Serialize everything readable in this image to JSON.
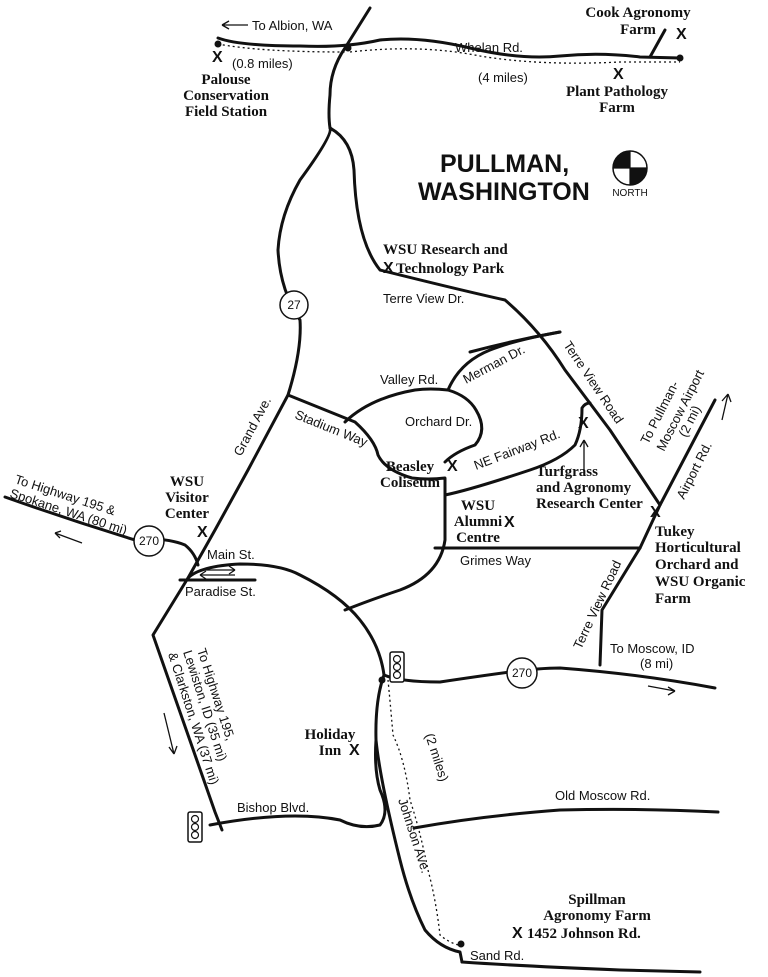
{
  "title": [
    "PULLMAN,",
    "WASHINGTON"
  ],
  "north_label": "NORTH",
  "roads": {
    "to_albion": "To Albion, WA",
    "whelan_rd": "Whelan Rd.",
    "dist_08": "(0.8 miles)",
    "dist_4": "(4 miles)",
    "terre_view_dr": "Terre View Dr.",
    "terre_view_road_ne": "Terre View Road",
    "terre_view_road_se": "Terre View Road",
    "grand_ave": "Grand Ave.",
    "stadium_way": "Stadium Way",
    "valley_rd": "Valley Rd.",
    "merman_dr": "Merman Dr.",
    "orchard_dr": "Orchard Dr.",
    "ne_fairway_rd": "NE Fairway Rd.",
    "main_st": "Main St.",
    "paradise_st": "Paradise St.",
    "grimes_way": "Grimes Way",
    "to_moscow": "To Moscow, ID",
    "to_moscow_dist": "(8 mi)",
    "airport_rd": "Airport Rd.",
    "to_airport": [
      "To Pullman-",
      "Moscow Airport",
      "(2 mi)"
    ],
    "to_hwy195_spokane": [
      "To Highway 195 &",
      "Spokane, WA (80 mi)"
    ],
    "to_hwy195_lewiston": [
      "To Highway 195,",
      "Lewiston, ID (35 mi)",
      "& Clarkston, WA (37 mi)"
    ],
    "bishop_blvd": "Bishop Blvd.",
    "old_moscow_rd": "Old Moscow Rd.",
    "johnson_ave": "Johnson Ave.",
    "dist_2": "(2 miles)",
    "sand_rd": "Sand Rd."
  },
  "shields": {
    "hwy27": "27",
    "hwy270_west": "270",
    "hwy270_east": "270"
  },
  "places": {
    "cook_farm": [
      "Cook Agronomy",
      "Farm"
    ],
    "plant_pathology": [
      "Plant Pathology",
      "Farm"
    ],
    "palouse_station": [
      "Palouse",
      "Conservation",
      "Field Station"
    ],
    "wsu_research_park": [
      "WSU Research and",
      "Technology Park"
    ],
    "beasley": [
      "Beasley",
      "Coliseum"
    ],
    "turfgrass": [
      "Turfgrass",
      "and Agronomy",
      "Research Center"
    ],
    "tukey": [
      "Tukey",
      "Horticultural",
      "Orchard and",
      "WSU Organic",
      "Farm"
    ],
    "visitor_center": [
      "WSU",
      "Visitor",
      "Center"
    ],
    "alumni_centre": [
      "WSU",
      "Alumni",
      "Centre"
    ],
    "holiday_inn": [
      "Holiday",
      "Inn"
    ],
    "spillman": [
      "Spillman",
      "Agronomy Farm",
      "1452 Johnson Rd."
    ]
  },
  "marker_symbol": "X"
}
